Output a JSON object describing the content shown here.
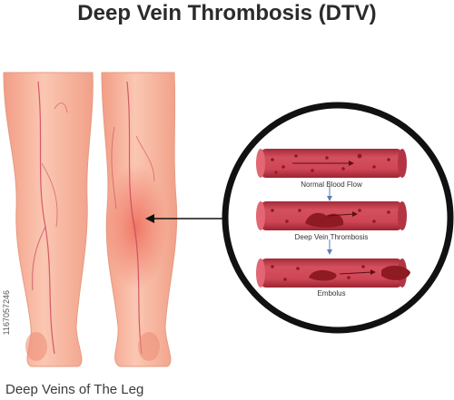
{
  "title": "Deep Vein Thrombosis (DTV)",
  "caption": "Deep Veins of The Leg",
  "panels": [
    {
      "label": "Normal Blood Flow"
    },
    {
      "label": "Deep Vein Thrombosis"
    },
    {
      "label": "Embolus"
    }
  ],
  "watermark": "1167057246",
  "colors": {
    "skin": "#f7b8a0",
    "skin_edge": "#e79a80",
    "vein": "#c9405a",
    "vessel": "#c43a4b",
    "clot": "#8e1a22",
    "inflammation": "#ee7a66",
    "circle": "#111111"
  }
}
